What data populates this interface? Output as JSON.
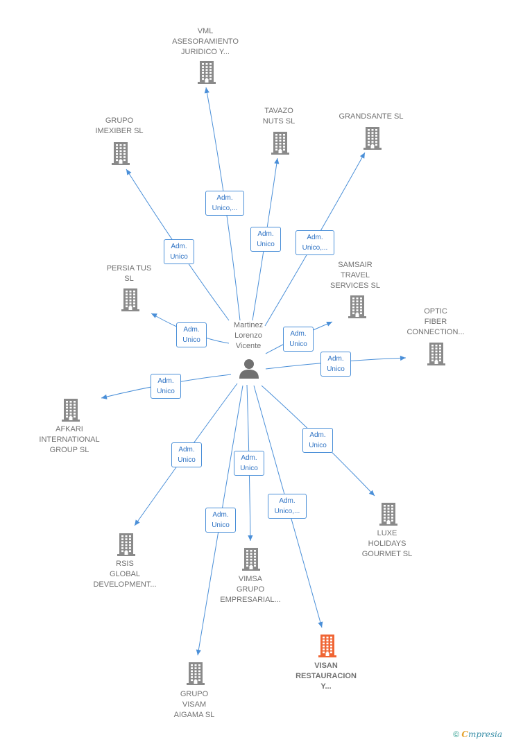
{
  "center": {
    "label": "Martinez\nLorenzo\nVicente"
  },
  "colors": {
    "edge": "#4a8fd8",
    "building": "#8a8a8a",
    "highlight": "#f06534",
    "person": "#707070"
  },
  "nodes": [
    {
      "id": "vml",
      "label": "VML\nASESORAMIENTO\nJURIDICO Y...",
      "role": "Adm.\nUnico,...",
      "highlight": false
    },
    {
      "id": "grupo-imexiber",
      "label": "GRUPO\nIMEXIBER  SL",
      "role": "Adm.\nUnico",
      "highlight": false
    },
    {
      "id": "tavazo",
      "label": "TAVAZO\nNUTS  SL",
      "role": "Adm.\nUnico",
      "highlight": false
    },
    {
      "id": "grandsante",
      "label": "GRANDSANTE SL",
      "role": "Adm.\nUnico,...",
      "highlight": false
    },
    {
      "id": "persia-tus",
      "label": "PERSIA TUS\nSL",
      "role": "Adm.\nUnico",
      "highlight": false
    },
    {
      "id": "samsair",
      "label": "SAMSAIR\nTRAVEL\nSERVICES  SL",
      "role": "Adm.\nUnico",
      "highlight": false
    },
    {
      "id": "optic-fiber",
      "label": "OPTIC\nFIBER\nCONNECTION...",
      "role": "Adm.\nUnico",
      "highlight": false
    },
    {
      "id": "afkari",
      "label": "AFKARI\nINTERNATIONAL\nGROUP  SL",
      "role": "Adm.\nUnico",
      "highlight": false
    },
    {
      "id": "luxe",
      "label": "LUXE\nHOLIDAYS\nGOURMET  SL",
      "role": "Adm.\nUnico",
      "highlight": false
    },
    {
      "id": "rsis",
      "label": "RSIS\nGLOBAL\nDEVELOPMENT...",
      "role": "Adm.\nUnico",
      "highlight": false
    },
    {
      "id": "vimsa",
      "label": "VIMSA\nGRUPO\nEMPRESARIAL...",
      "role": "Adm.\nUnico",
      "highlight": false
    },
    {
      "id": "visan",
      "label": "VISAN\nRESTAURACION\nY...",
      "role": "Adm.\nUnico,...",
      "highlight": true
    },
    {
      "id": "grupo-visam",
      "label": "GRUPO\nVISAM\nAIGAMA  SL",
      "role": "Adm.\nUnico",
      "highlight": false
    }
  ],
  "footer": {
    "copyright": "©",
    "brand_initial": "C",
    "brand_rest": "mpresia"
  }
}
